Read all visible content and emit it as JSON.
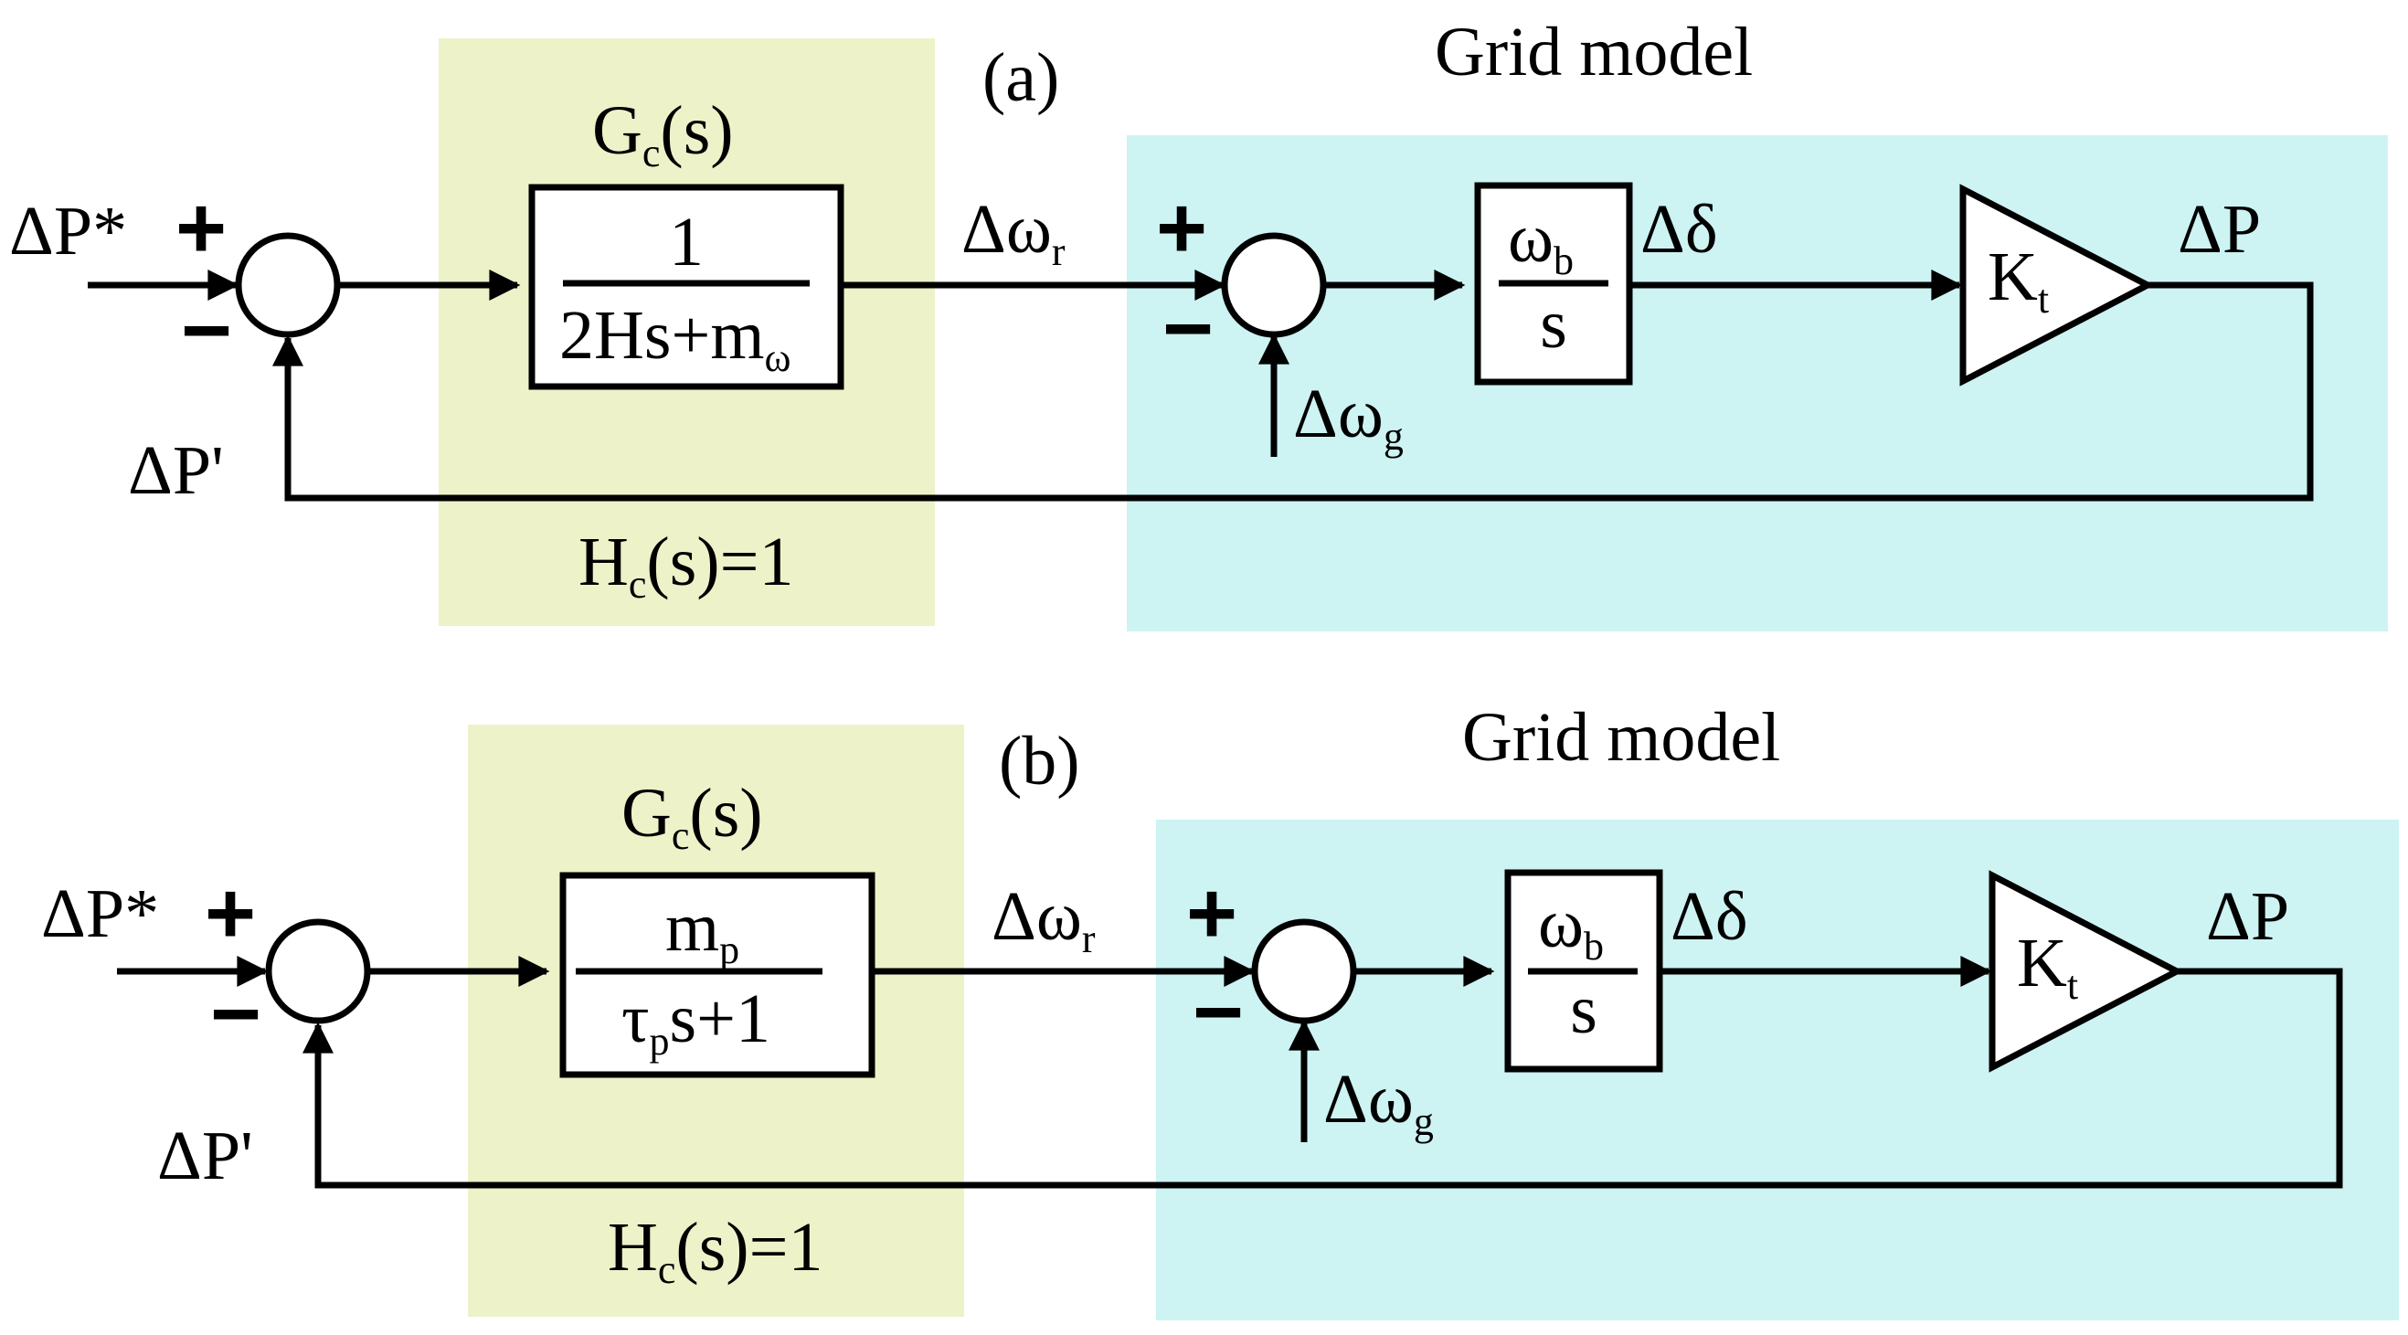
{
  "colors": {
    "controller_bg": "#eef2c8",
    "grid_bg": "#cdf3f3",
    "line": "#000000"
  },
  "diagrams": [
    {
      "panel_label": "(a)",
      "grid_title": "Grid model",
      "input_label": "ΔP*",
      "feedback_label": "ΔP'",
      "controller_title": {
        "main": "G",
        "sub": "c",
        "tail": "(s)"
      },
      "controller_tf": {
        "num": {
          "main": "1",
          "sub": ""
        },
        "den": {
          "main": "2Hs+m",
          "sub": "ω",
          "tail": ""
        }
      },
      "feedback_tf": {
        "main": "H",
        "sub": "c",
        "tail": "(s)=1"
      },
      "omega_r_label": {
        "main": "Δω",
        "sub": "r"
      },
      "omega_g_label": {
        "main": "Δω",
        "sub": "g"
      },
      "integrator_tf": {
        "num_main": "ω",
        "num_sub": "b",
        "den": "s"
      },
      "delta_label": "Δδ",
      "gain_label": {
        "main": "K",
        "sub": "t"
      },
      "output_label": "ΔP",
      "plus_sign": "+",
      "minus_sign": "−"
    },
    {
      "panel_label": "(b)",
      "grid_title": "Grid model",
      "input_label": "ΔP*",
      "feedback_label": "ΔP'",
      "controller_title": {
        "main": "G",
        "sub": "c",
        "tail": "(s)"
      },
      "controller_tf": {
        "num": {
          "main": "m",
          "sub": "p"
        },
        "den": {
          "main": "τ",
          "sub": "p",
          "tail": "s+1"
        }
      },
      "feedback_tf": {
        "main": "H",
        "sub": "c",
        "tail": "(s)=1"
      },
      "omega_r_label": {
        "main": "Δω",
        "sub": "r"
      },
      "omega_g_label": {
        "main": "Δω",
        "sub": "g"
      },
      "integrator_tf": {
        "num_main": "ω",
        "num_sub": "b",
        "den": "s"
      },
      "delta_label": "Δδ",
      "gain_label": {
        "main": "K",
        "sub": "t"
      },
      "output_label": "ΔP",
      "plus_sign": "+",
      "minus_sign": "−"
    }
  ]
}
